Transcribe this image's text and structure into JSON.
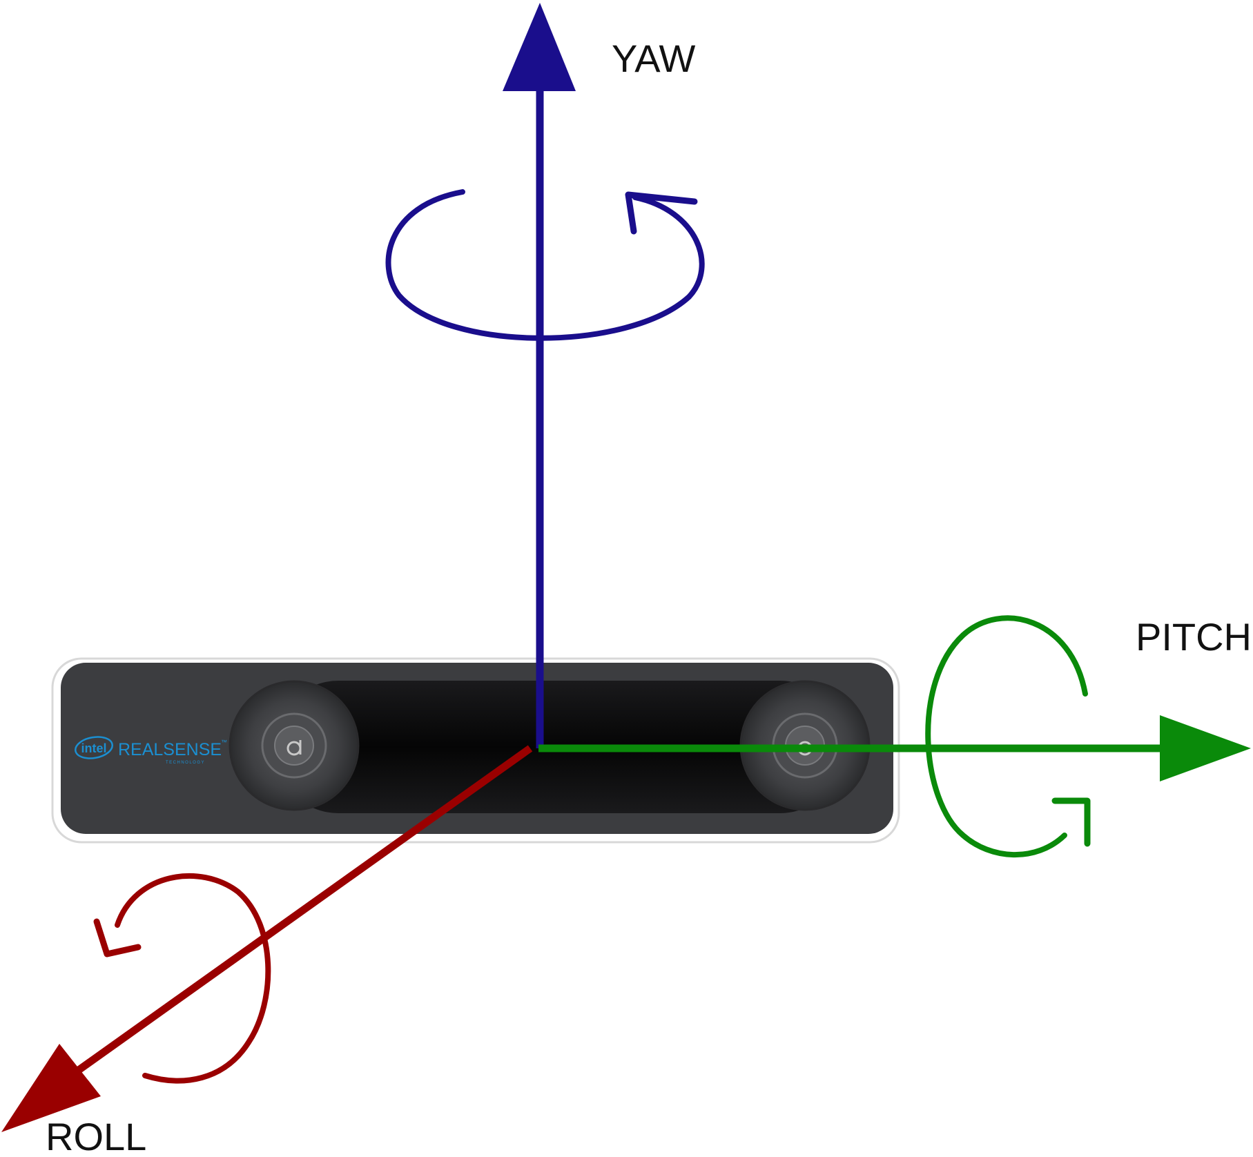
{
  "axes": {
    "yaw": {
      "label": "YAW",
      "color": "#1a0e8c"
    },
    "pitch": {
      "label": "PITCH",
      "color": "#0a8a0a"
    },
    "roll": {
      "label": "ROLL",
      "color": "#9a0000"
    }
  },
  "device": {
    "brand": "intel",
    "product": "REALSENSE",
    "tm": "™",
    "tagline": "TECHNOLOGY",
    "brand_color": "#1b8fd1",
    "body_color": "#3c3d40"
  }
}
